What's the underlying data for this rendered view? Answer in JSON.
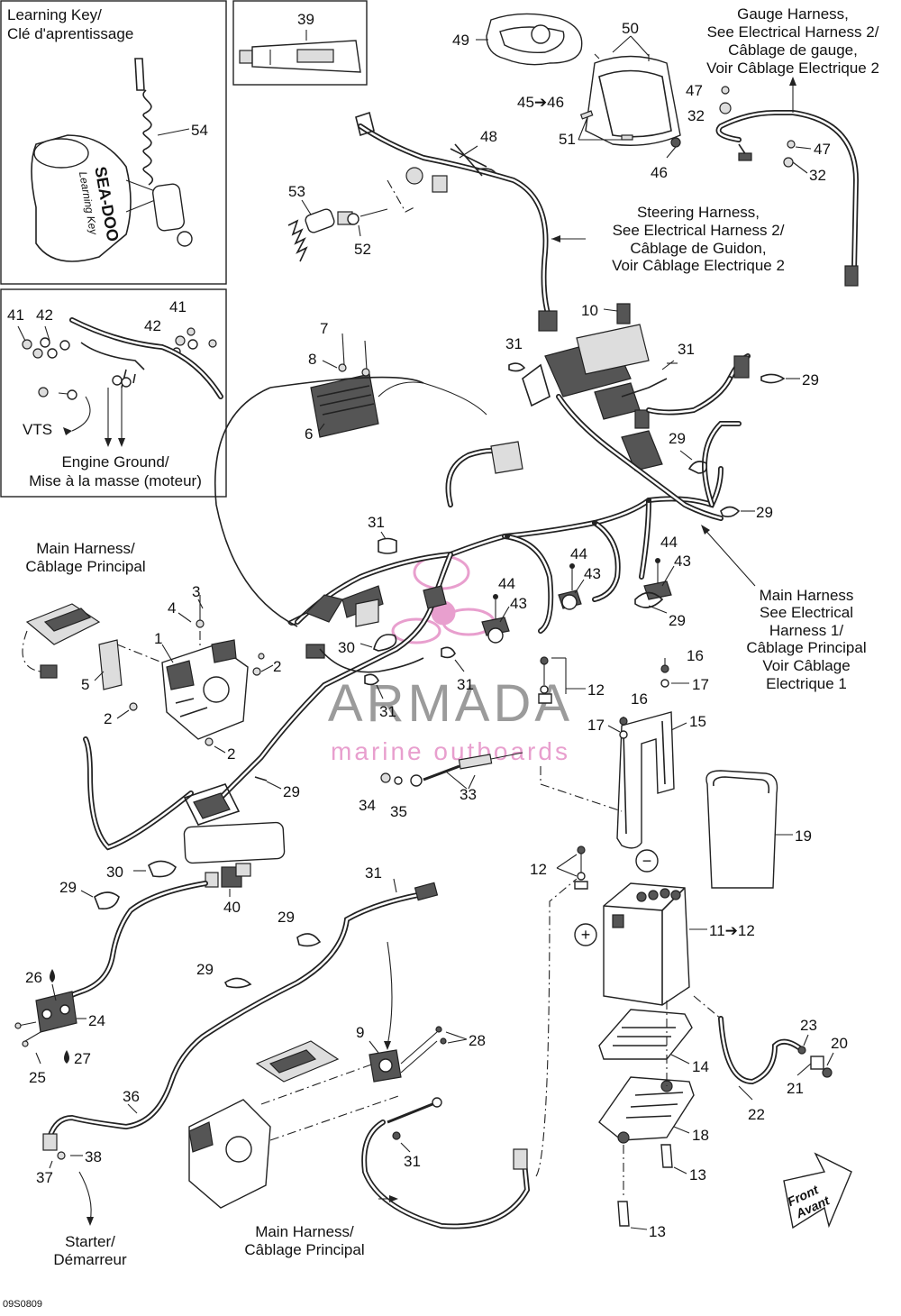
{
  "diagram_code": "09S0809",
  "watermark": {
    "brand": "ARMADA",
    "tagline": "marine outboards",
    "color": "#e58fc6",
    "text_color": "#8a8a8a"
  },
  "inset_learning_key": {
    "title_en": "Learning Key/",
    "title_fr": "Clé d'aprentissage",
    "key_brand": "SEA-DOO",
    "key_text": "Learning Key",
    "callout": "54"
  },
  "inset_grease": {
    "callout": "39"
  },
  "inset_ground": {
    "callouts": [
      "41",
      "42",
      "42",
      "41"
    ],
    "vts_label": "VTS",
    "ground_en": "Engine Ground/",
    "ground_fr": "Mise à la masse (moteur)"
  },
  "notes": {
    "gauge": [
      "Gauge Harness,",
      "See Electrical Harness 2/",
      "Câblage de gauge,",
      "Voir Câblage Electrique 2"
    ],
    "steering": [
      "Steering Harness,",
      "See Electrical Harness 2/",
      "Câblage de Guidon,",
      "Voir Câblage Electrique 2"
    ],
    "main_right": [
      "Main Harness",
      "See Electrical",
      "Harness 1/",
      "Câblage Principal",
      "Voir Câblage",
      "Electrique 1"
    ],
    "main_left": [
      "Main Harness/",
      "Câblage Principal"
    ],
    "main_bottom": [
      "Main Harness/",
      "Câblage Principal"
    ],
    "starter": [
      "Starter/",
      "Démarreur"
    ],
    "front": [
      "Front",
      "Avant"
    ]
  },
  "callouts": {
    "c49": "49",
    "c50": "50",
    "c45_46": "45➔46",
    "c51": "51",
    "c46": "46",
    "c47a": "47",
    "c32a": "32",
    "c47b": "47",
    "c32b": "32",
    "c48": "48",
    "c53": "53",
    "c52": "52",
    "c10": "10",
    "c31a": "31",
    "c31b": "31",
    "c29a": "29",
    "c7": "7",
    "c8": "8",
    "c6": "6",
    "c29b": "29",
    "c29c": "29",
    "c31c": "31",
    "c44a": "44",
    "c43a": "43",
    "c44b": "44",
    "c43b": "43",
    "c29d": "29",
    "c44c": "44",
    "c43c": "43",
    "c3": "3",
    "c4": "4",
    "c1": "1",
    "c5": "5",
    "c2a": "2",
    "c2b": "2",
    "c2c": "2",
    "c30a": "30",
    "c31d": "31",
    "c31e": "31",
    "c12a": "12",
    "c16a": "16",
    "c17a": "17",
    "c16b": "16",
    "c17b": "17",
    "c15": "15",
    "c29e": "29",
    "c34": "34",
    "c35": "35",
    "c33": "33",
    "c19": "19",
    "c30b": "30",
    "c29f": "29",
    "c40": "40",
    "c31f": "31",
    "c12b": "12",
    "c11_12": "11➔12",
    "c29g": "29",
    "c29h": "29",
    "c26": "26",
    "c24": "24",
    "c27": "27",
    "c25": "25",
    "c9": "9",
    "c28": "28",
    "c23": "23",
    "c20": "20",
    "c14": "14",
    "c21": "21",
    "c36": "36",
    "c18": "18",
    "c22": "22",
    "c37": "37",
    "c38": "38",
    "c31g": "31",
    "c13a": "13",
    "c13b": "13"
  },
  "battery_symbols": {
    "negative": "−",
    "positive": "+"
  }
}
